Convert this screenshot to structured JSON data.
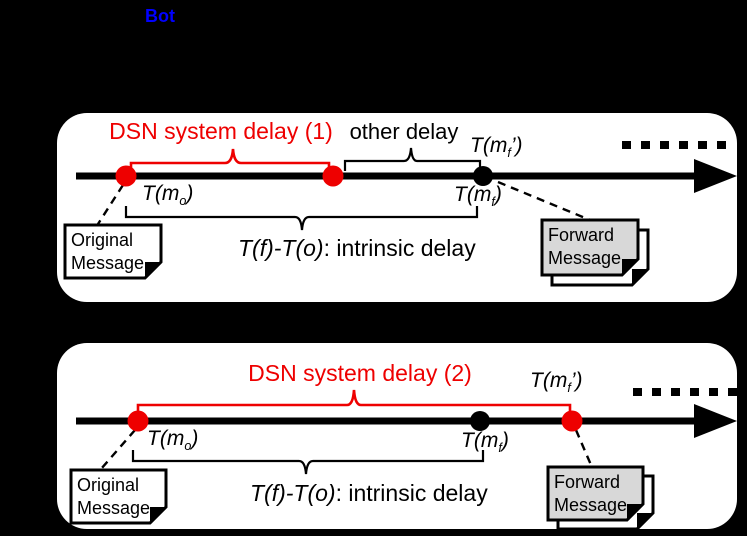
{
  "header": {
    "bot": "Bot"
  },
  "colors": {
    "accent_red": "#ee0000",
    "accent_blue": "#0000ff",
    "note_gray": "#d8d8d8",
    "panel_bg": "#ffffff",
    "background": "#000000"
  },
  "panel1": {
    "title": "DSN system delay (1)",
    "other_delay": "other delay",
    "tmo": {
      "pre": "T(m",
      "sub": "o",
      "post": ")"
    },
    "tmf": {
      "pre": "T(m",
      "sub": "f",
      "post": ")"
    },
    "tmf_prime": {
      "pre": "T(m",
      "sub": "f",
      "post": "’)"
    },
    "intrinsic": {
      "formula": "T(f)-T(o)",
      "rest": ": intrinsic delay"
    },
    "original_note": {
      "line1": "Original",
      "line2": "Message"
    },
    "forward_note": {
      "line1": "Forward",
      "line2": "Message"
    }
  },
  "panel2": {
    "title": "DSN system delay (2)",
    "tmo": {
      "pre": "T(m",
      "sub": "o",
      "post": ")"
    },
    "tmf": {
      "pre": "T(m",
      "sub": "f",
      "post": ")"
    },
    "tmf_prime": {
      "pre": "T(m",
      "sub": "f",
      "post": "’)"
    },
    "intrinsic": {
      "formula": "T(f)-T(o)",
      "rest": ": intrinsic delay"
    },
    "original_note": {
      "line1": "Original",
      "line2": "Message"
    },
    "forward_note": {
      "line1": "Forward",
      "line2": "Message"
    }
  }
}
